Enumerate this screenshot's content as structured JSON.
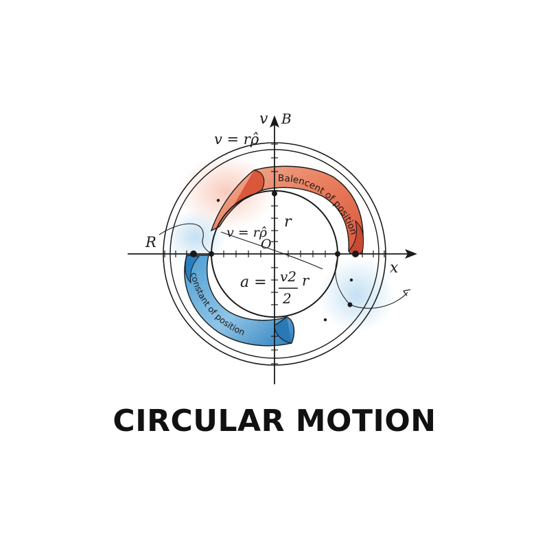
{
  "title": "CIRCULAR MOTION",
  "axes": {
    "x_label": "x",
    "y_label": "v",
    "y_label_b": "B",
    "origin_label": "O",
    "radius_label": "r",
    "outer_label": "R"
  },
  "equations": {
    "top": "v = rρ̂",
    "inner": "v = rρ̂",
    "acceleration_lhs": "a = ",
    "acceleration_numerator": "v2",
    "acceleration_denominator": "2",
    "acceleration_suffix": "r"
  },
  "bands": {
    "red_label": "Balencent of position",
    "blue_label": "constant of position"
  },
  "colors": {
    "red_band": "#e2603f",
    "blue_band": "#2f86c3",
    "ink": "#1a1a1a"
  }
}
